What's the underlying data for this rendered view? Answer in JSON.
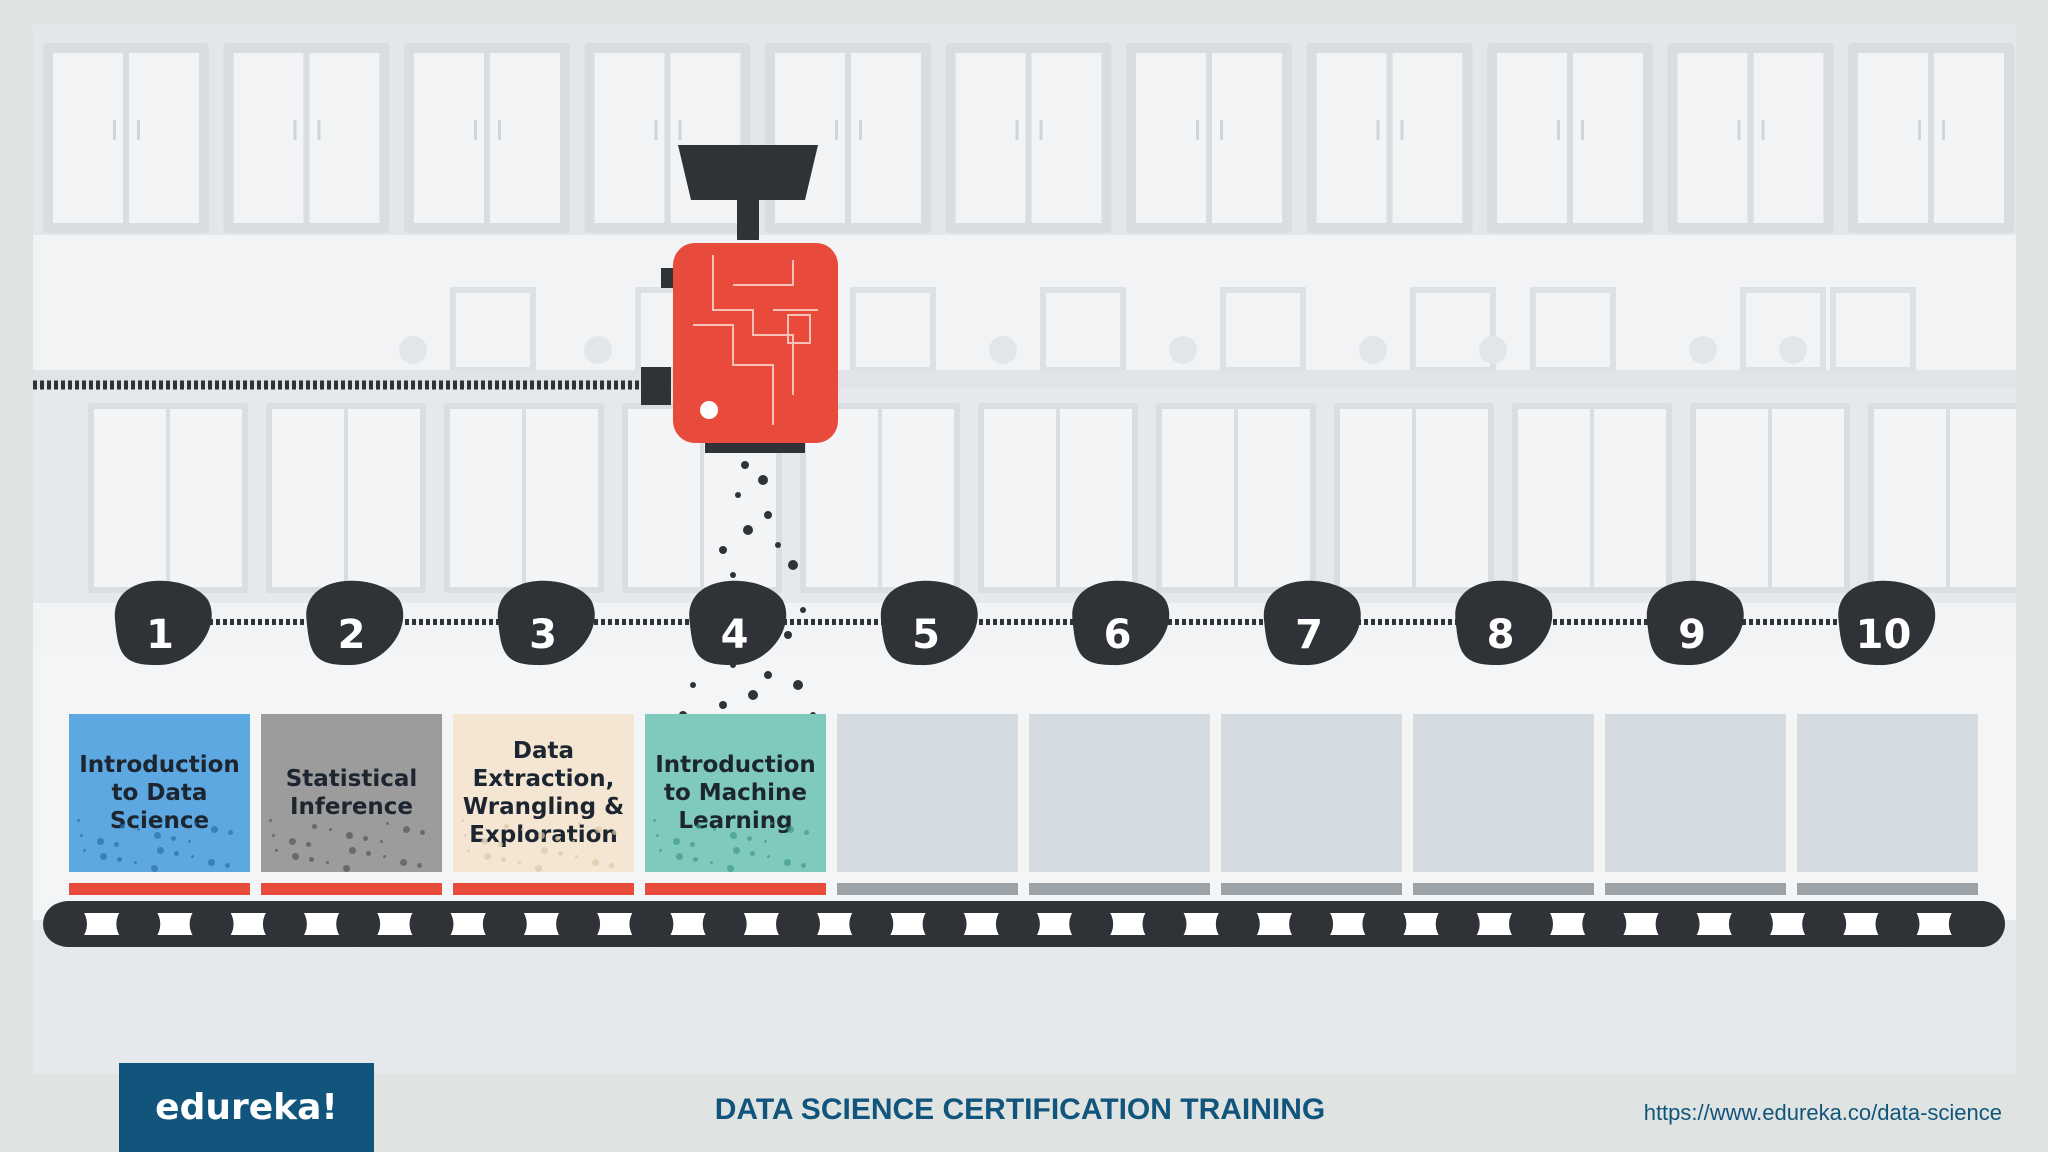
{
  "steps": [
    "1",
    "2",
    "3",
    "4",
    "5",
    "6",
    "7",
    "8",
    "9",
    "10"
  ],
  "modules": [
    {
      "label": "Introduction\nto Data\nScience",
      "color": "#5ea8e2",
      "dots": "#2a6fae",
      "completed": true
    },
    {
      "label": "Statistical\nInference",
      "color": "#9c9c9c",
      "dots": "#555555",
      "completed": true
    },
    {
      "label": "Data\nExtraction,\nWrangling &\nExploration",
      "color": "#f4e6d2",
      "dots": "#d9c7a8",
      "completed": true
    },
    {
      "label": "Introduction\nto Machine\nLearning",
      "color": "#7fcabd",
      "dots": "#3f9a8a",
      "completed": true
    },
    {
      "label": "",
      "color": "#d4dbe1",
      "completed": false
    },
    {
      "label": "",
      "color": "#d4dbe1",
      "completed": false
    },
    {
      "label": "",
      "color": "#d4dbe1",
      "completed": false
    },
    {
      "label": "",
      "color": "#d4dbe1",
      "completed": false
    },
    {
      "label": "",
      "color": "#d4dbe1",
      "completed": false
    },
    {
      "label": "",
      "color": "#d4dbe1",
      "completed": false
    }
  ],
  "footer": {
    "brand": "edureka!",
    "title": "DATA SCIENCE CERTIFICATION TRAINING",
    "url": "https://www.edureka.co/data-science"
  },
  "colors": {
    "machine": "#e84a3b",
    "dark": "#2f3337",
    "done_bar": "#e84a3b",
    "pending_bar": "#9ca3a8",
    "brand": "#11557c"
  },
  "icons": [
    "processing-machine-icon",
    "conveyor-belt-icon",
    "step-badge-icon"
  ]
}
